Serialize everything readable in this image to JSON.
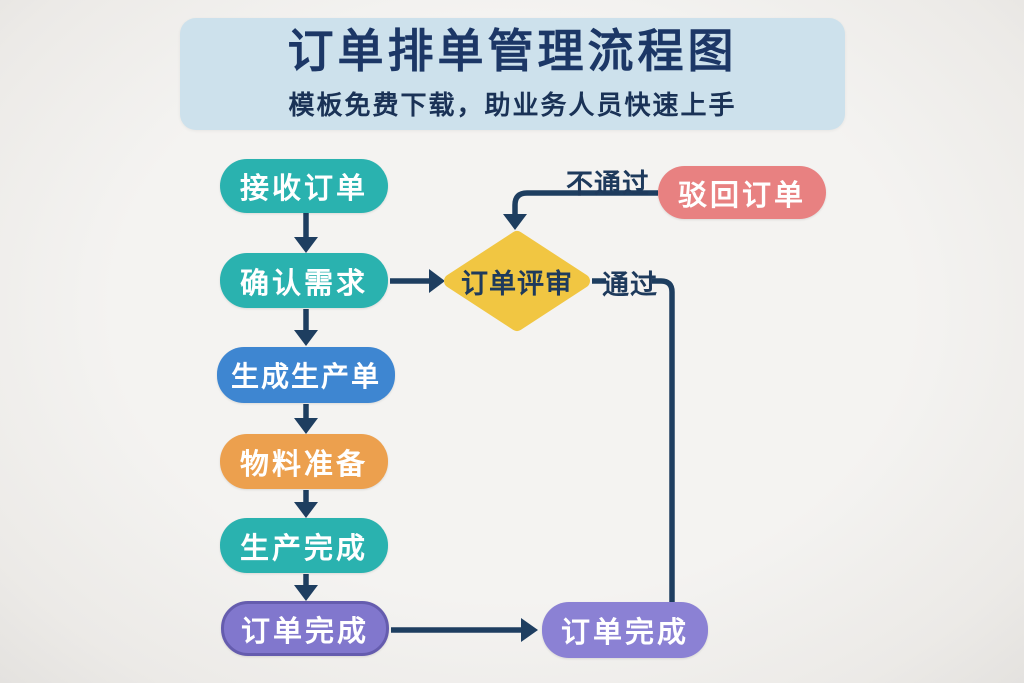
{
  "header": {
    "title": "订单排单管理流程图",
    "subtitle": "模板免费下载，助业务人员快速上手"
  },
  "nodes": {
    "receive": {
      "label": "接收订单",
      "color": "#2ab2af"
    },
    "confirm": {
      "label": "确认需求",
      "color": "#2ab2af"
    },
    "review": {
      "label": "订单评审",
      "color": "#f1c642",
      "shape": "diamond"
    },
    "reject": {
      "label": "驳回订单",
      "color": "#e88181"
    },
    "generate": {
      "label": "生成生产单",
      "color": "#3e86d1"
    },
    "material": {
      "label": "物料准备",
      "color": "#eca04e"
    },
    "production_done": {
      "label": "生产完成",
      "color": "#2ab2af"
    },
    "order_done_left": {
      "label": "订单完成",
      "color": "#8177cd"
    },
    "order_done_right": {
      "label": "订单完成",
      "color": "#8b81d4"
    }
  },
  "edges": {
    "fail_label": "不通过",
    "pass_label": "通过"
  },
  "colors": {
    "background": "#f1f0ee",
    "banner": "#cde1ec",
    "title_text": "#1c3766",
    "connector": "#1e3e60",
    "node_text": "#ffffff"
  }
}
